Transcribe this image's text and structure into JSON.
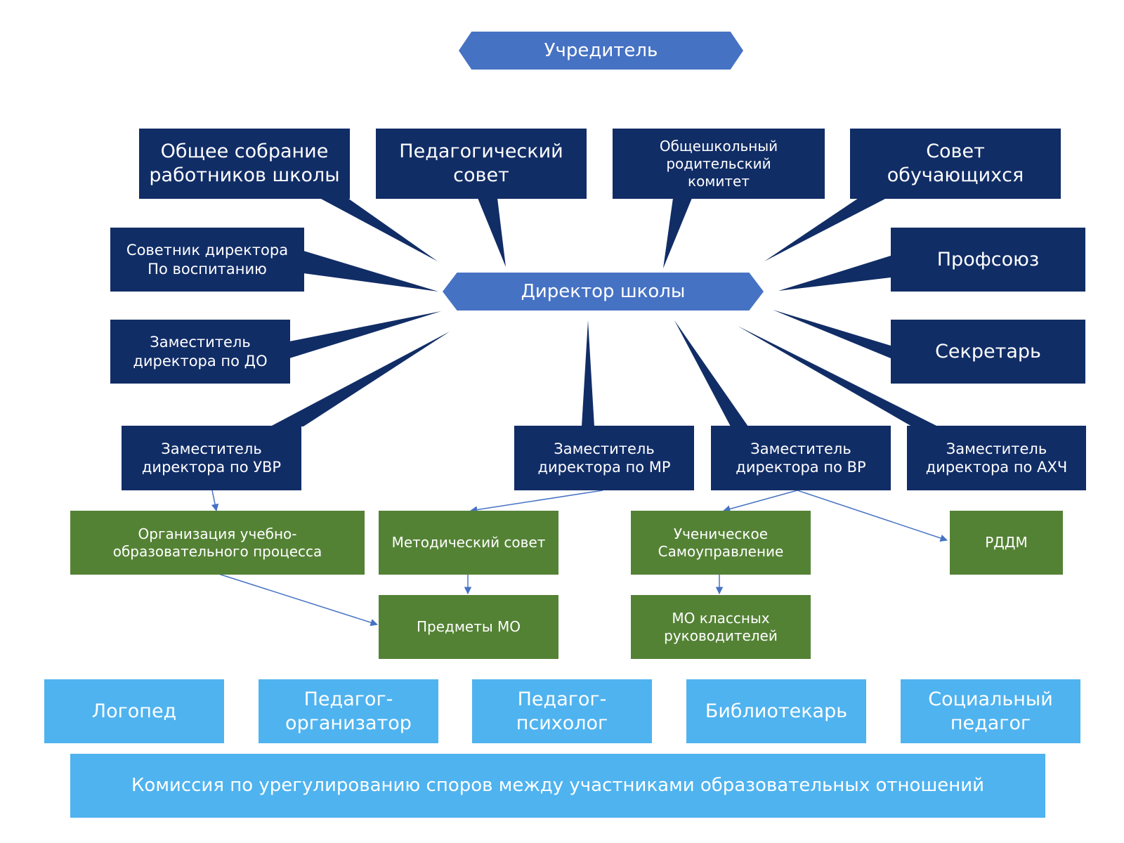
{
  "founder": "Учредитель",
  "director": "Директор школы",
  "councils": {
    "general_meeting": "Общее собрание\nработников школы",
    "pedagogical_council": "Педагогический\nсовет",
    "parent_committee": "Общешкольный\nродительский\nкомитет",
    "student_council": "Совет обучающихся"
  },
  "side": {
    "advisor": "Советник директора\nПо воспитанию",
    "deputy_do": "Заместитель\nдиректора по ДО",
    "union": "Профсоюз",
    "secretary": "Секретарь"
  },
  "deputies": {
    "uvr": "Заместитель\nдиректора по УВР",
    "mr": "Заместитель\nдиректора по МР",
    "vr": "Заместитель\nдиректора по ВР",
    "ahch": "Заместитель\nдиректора по АХЧ"
  },
  "units": {
    "education_process": "Организация учебно-\nобразовательного процесса",
    "methodical_council": "Методический совет",
    "student_government": "Ученическое\nСамоуправление",
    "rddm": "РДДМ",
    "subject_mo": "Предметы МО",
    "class_teachers_mo": "МО классных\nруководителей"
  },
  "staff": {
    "speech_therapist": "Логопед",
    "organizer": "Педагог-\nорганизатор",
    "psychologist": "Педагог-психолог",
    "librarian": "Библиотекарь",
    "social_teacher": "Социальный\nпедагог"
  },
  "commission": "Комиссия по урегулированию споров между участниками образовательных отношений",
  "colors": {
    "navy": "#112d66",
    "hex_blue": "#4672c4",
    "green": "#548235",
    "sky": "#4fb3ef",
    "connector_arrow": "#4672c4"
  }
}
